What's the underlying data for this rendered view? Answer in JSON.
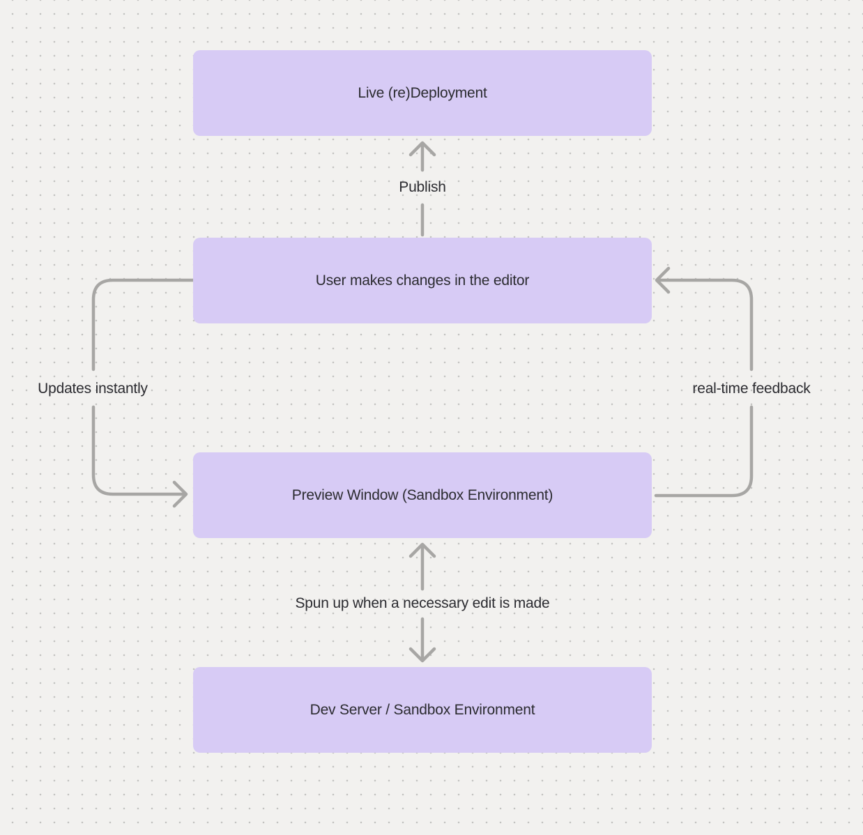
{
  "diagram": {
    "nodes": [
      {
        "id": "live-redeployment",
        "label": "Live (re)Deployment"
      },
      {
        "id": "user-editor",
        "label": "User makes changes in the editor"
      },
      {
        "id": "preview-window",
        "label": "Preview Window (Sandbox Environment)"
      },
      {
        "id": "dev-server",
        "label": "Dev Server / Sandbox Environment"
      }
    ],
    "edges": [
      {
        "label": "Publish",
        "from": "user-editor",
        "to": "live-redeployment",
        "direction": "one-way"
      },
      {
        "label": "Updates instantly",
        "from": "user-editor",
        "to": "preview-window",
        "direction": "one-way"
      },
      {
        "label": "real-time feedback",
        "from": "preview-window",
        "to": "user-editor",
        "direction": "one-way"
      },
      {
        "label": "Spun up when a necessary edit is made",
        "from": "preview-window",
        "to": "dev-server",
        "direction": "two-way"
      }
    ],
    "colors": {
      "node_fill": "#d7cbf5",
      "node_text": "#2b2b30",
      "label_text": "#2b2b30",
      "connector": "#a7a6a4",
      "canvas_bg": "#f2f1ef",
      "canvas_dot": "#c3c2c0"
    }
  }
}
